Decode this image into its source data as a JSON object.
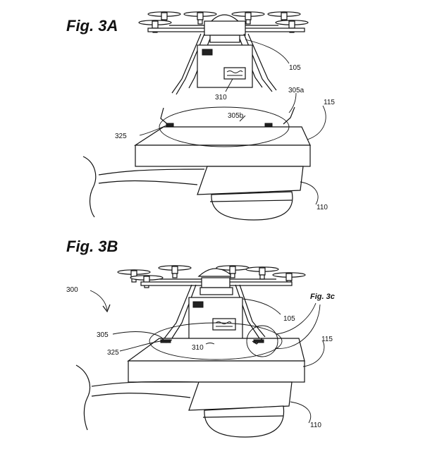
{
  "figure_a": {
    "title": "Fig. 3A",
    "labels": {
      "r105": "105",
      "r310": "310",
      "r305a": "305a",
      "r305b": "305b",
      "r115": "115",
      "r325": "325",
      "r110": "110"
    }
  },
  "figure_b": {
    "title": "Fig. 3B",
    "callout": "Fig. 3c",
    "labels": {
      "r300": "300",
      "r105": "105",
      "r305": "305",
      "r325": "325",
      "r310": "310",
      "r115": "115",
      "r110": "110"
    }
  }
}
